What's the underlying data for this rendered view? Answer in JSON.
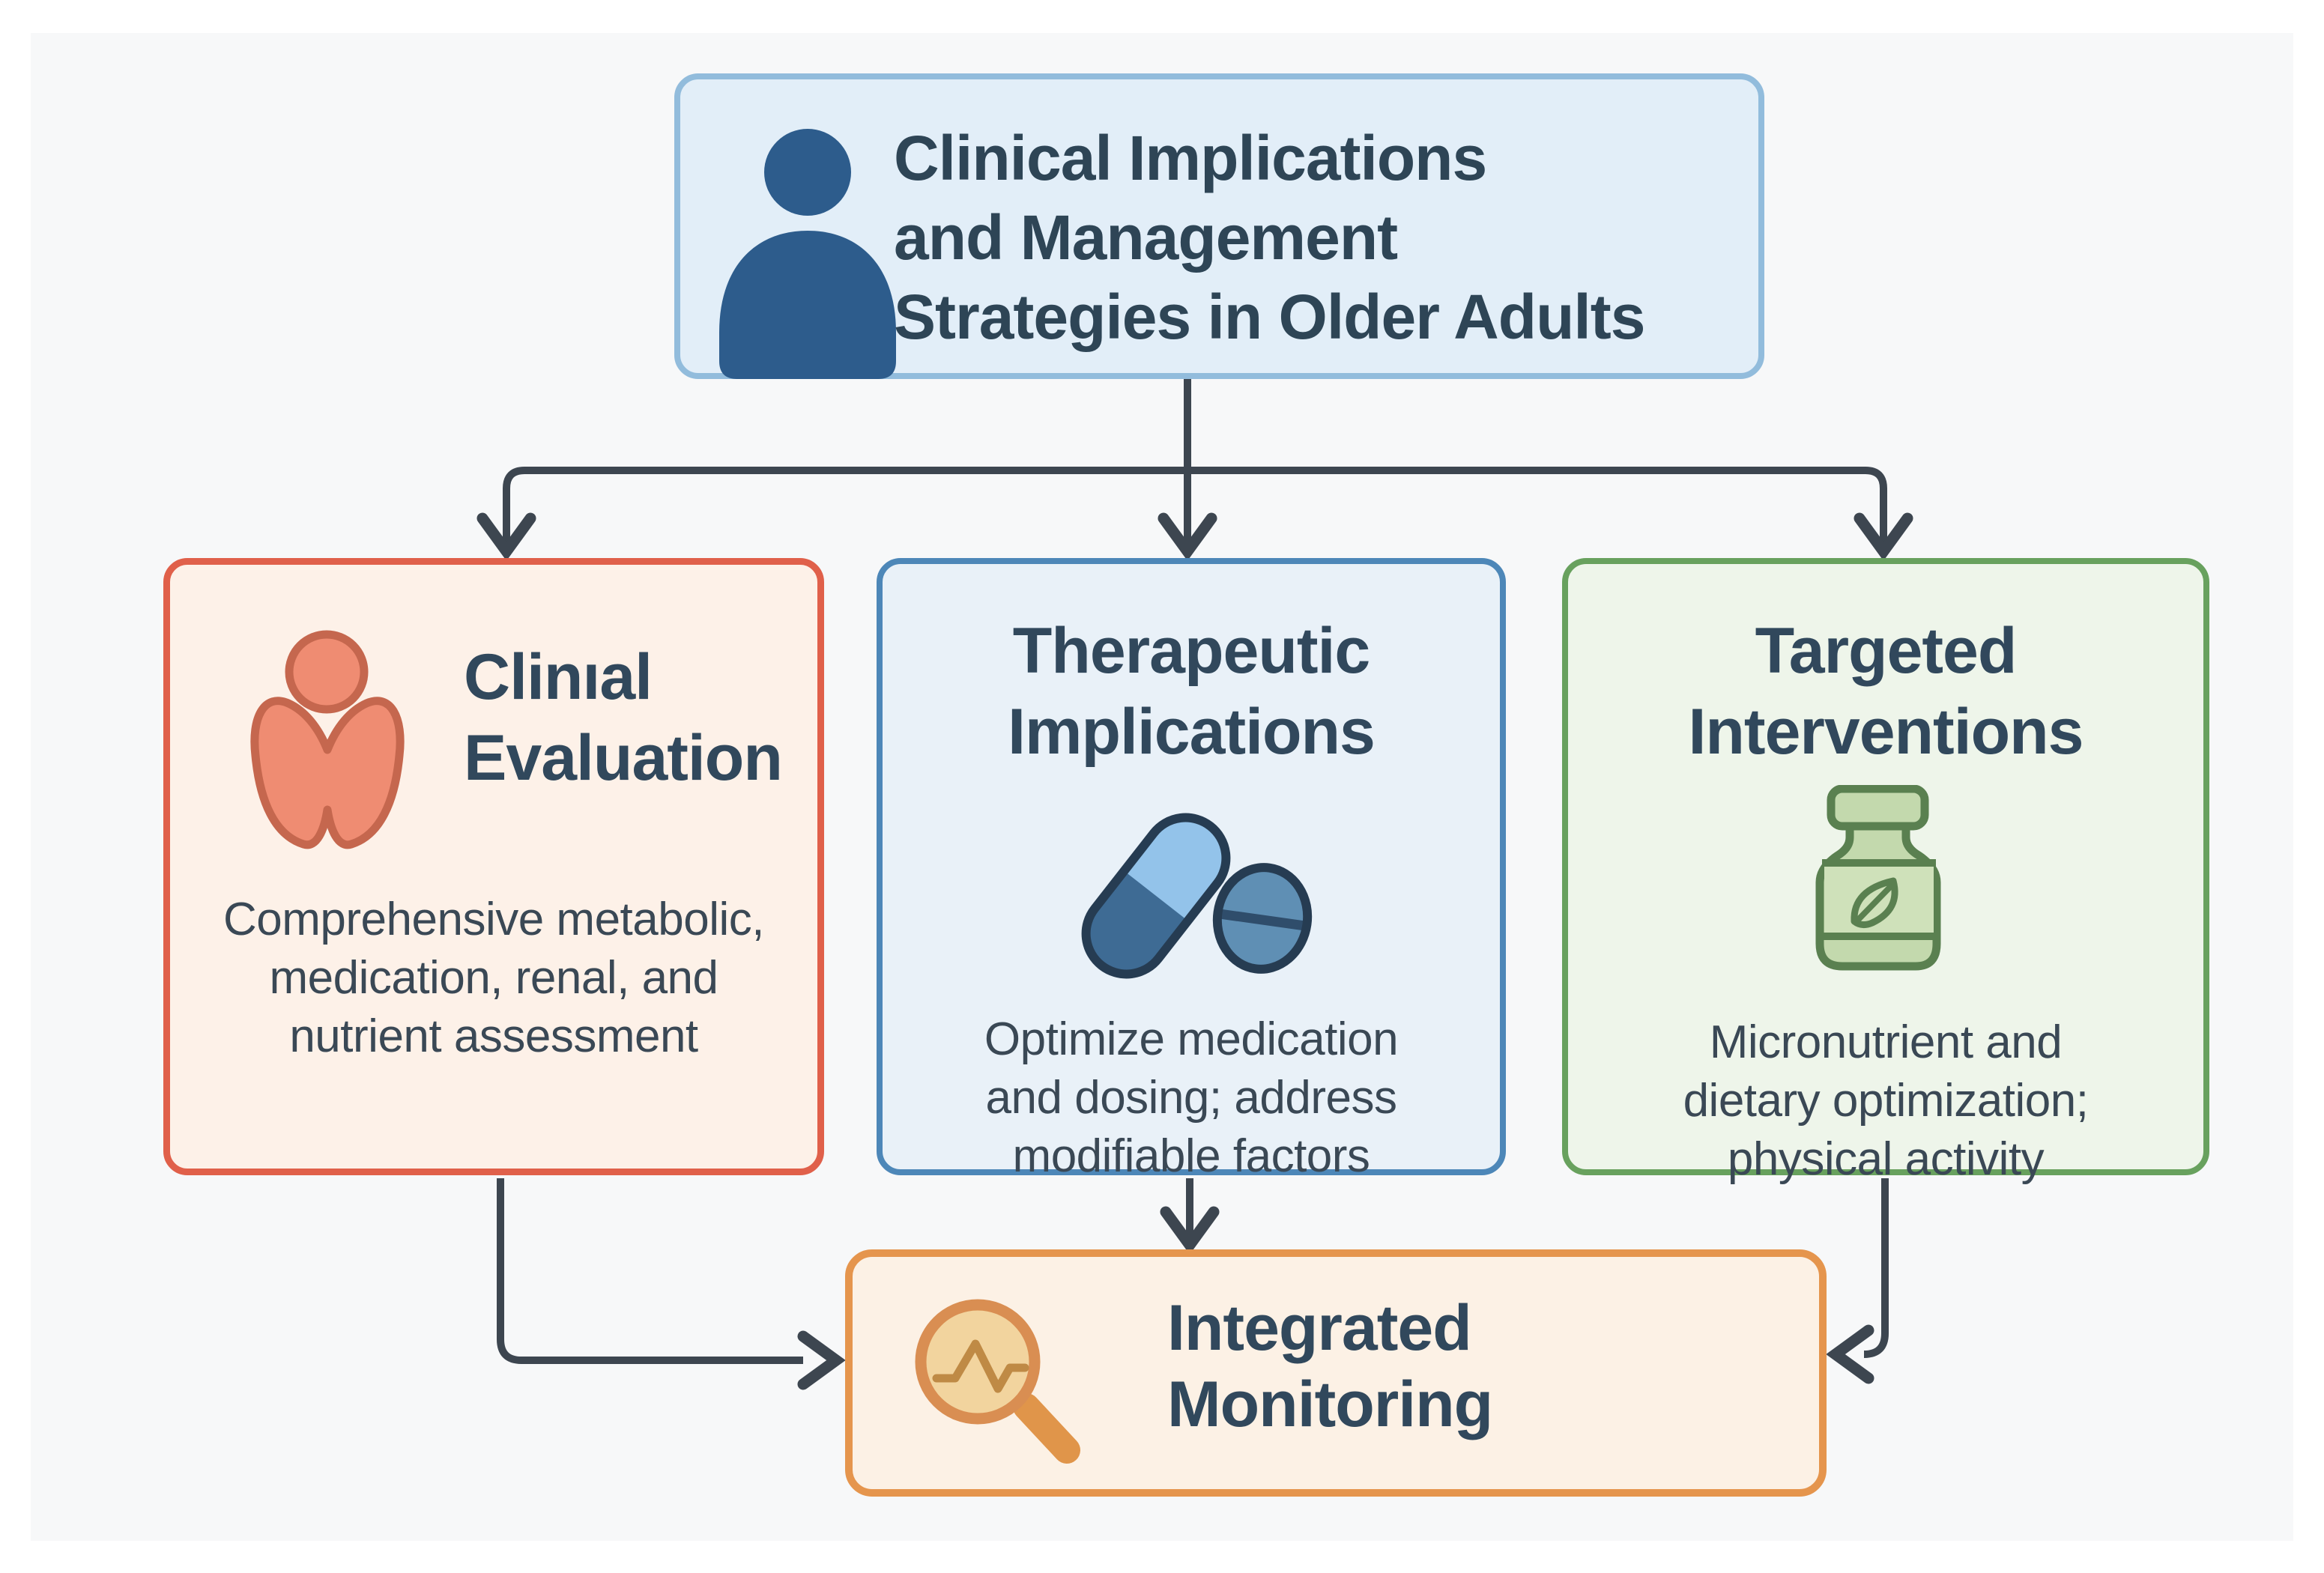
{
  "page": {
    "background": "#ffffff",
    "canvas_background": "#f7f8f9"
  },
  "diagram": {
    "connector_color": "#3d4650",
    "title_color": "#31485c",
    "body_color": "#3a4855",
    "root": {
      "title": "Clinical Implications\nand Management\nStrategies in Older Adults",
      "icon": "person-icon",
      "border_color": "#92bcdc",
      "fill_color": "#e2eef8",
      "icon_color": "#2d5c8c"
    },
    "branches": [
      {
        "id": "clinical-evaluation",
        "title": "Clinıal\nEvaluation",
        "description": "Comprehensive metabolic,\nmedication, renal, and\nnutrient assessment",
        "icon": "thyroid-icon",
        "border_color": "#e0604a",
        "fill_color": "#fdf1e8",
        "icon_fill": "#ef8c72",
        "icon_stroke": "#c5674e"
      },
      {
        "id": "therapeutic-implications",
        "title": "Therapeutic\nImplications",
        "description": "Optimize medication\nand dosing; address\nmodifiable factors",
        "icon": "capsule-tablet-icon",
        "border_color": "#4d87b8",
        "fill_color": "#e9f1f8",
        "icon_fill_light": "#93c3ea",
        "icon_fill_dark": "#3e6b94",
        "icon_stroke": "#263c52"
      },
      {
        "id": "targeted-interventions",
        "title": "Targeted\nInterventions",
        "description": "Micronutrient and\ndietary optimization;\nphysical activity",
        "icon": "supplement-bottle-icon",
        "border_color": "#68a15e",
        "fill_color": "#eef5ea",
        "icon_fill": "#c3d9ad",
        "icon_stroke": "#5a8050"
      }
    ],
    "sink": {
      "title": "Integrated\nMonitoring",
      "icon": "magnifier-pulse-icon",
      "border_color": "#e5954d",
      "fill_color": "#fcf1e5",
      "icon_rim_color": "#d98e52",
      "icon_glass_color": "#f2d49e",
      "icon_pulse_color": "#bf8a45",
      "icon_handle_color": "#e0954a"
    }
  }
}
